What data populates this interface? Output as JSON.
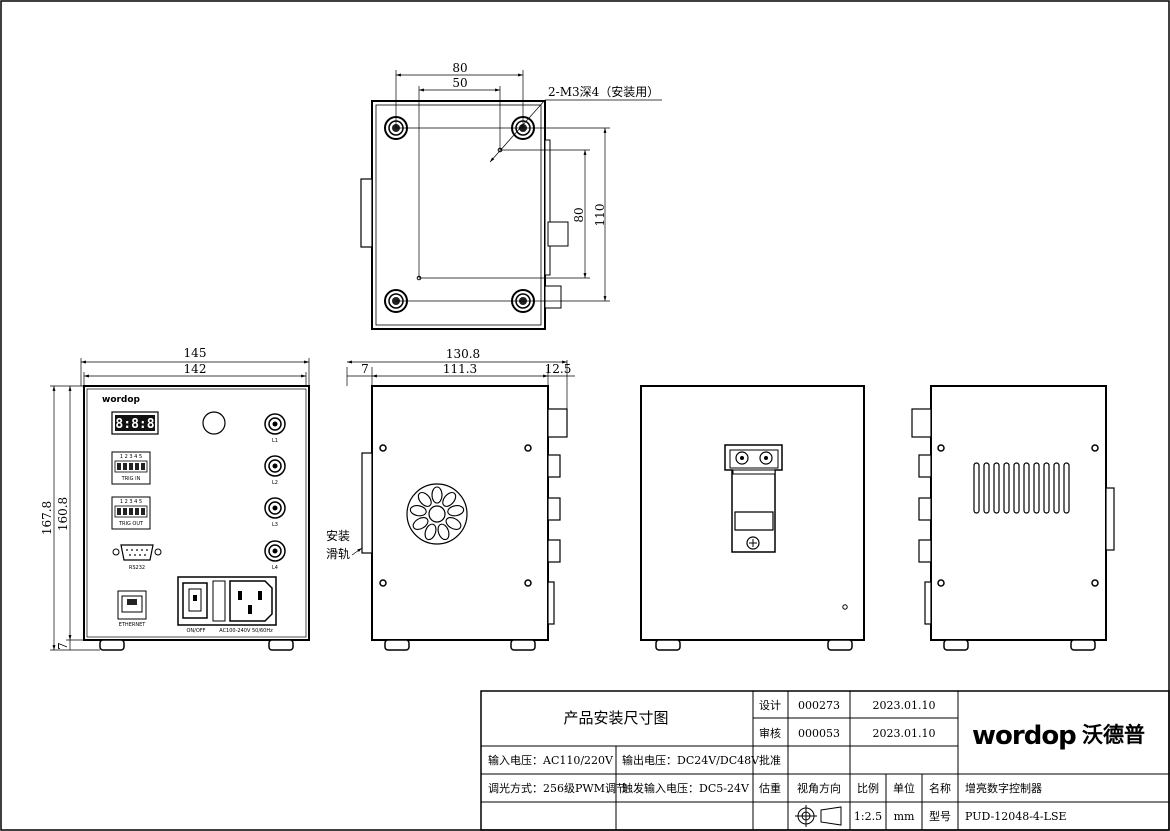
{
  "dimensions": {
    "top_width_outer": "80",
    "top_width_inner": "50",
    "top_height_outer": "110",
    "top_height_inner": "80",
    "mount_hole_note": "2-M3深4（安装用）",
    "front_width_outer": "145",
    "front_width_inner": "142",
    "front_height_outer": "167.8",
    "front_height_inner": "160.8",
    "front_foot": "7",
    "side_depth_total": "130.8",
    "side_depth_body": "111.3",
    "side_left_offset": "7",
    "side_right_offset": "12.5",
    "rail_label_line1": "安装",
    "rail_label_line2": "滑轨"
  },
  "front_panel": {
    "brand": "wordop",
    "display": "8:8:8",
    "trig_in": "TRIG IN",
    "trig_out": "TRIG OUT",
    "rs232": "RS232",
    "ethernet": "ETHERNET",
    "onoff": "ON/OFF",
    "power_spec": "AC100-240V 50/60Hz",
    "outputs": [
      "L1",
      "L2",
      "L3",
      "L4"
    ],
    "pins": "1 2 3 4 5"
  },
  "title_block": {
    "title": "产品安装尺寸图",
    "design_label": "设计",
    "design_code": "000273",
    "design_date": "2023.01.10",
    "review_label": "审核",
    "review_code": "000053",
    "review_date": "2023.01.10",
    "approve_label": "批准",
    "input_voltage": "输入电压：AC110/220V",
    "output_voltage": "输出电压：DC24V/DC48V",
    "dimming": "调光方式：256级PWM调节",
    "trigger_voltage": "触发输入电压：DC5-24V",
    "weight_label": "估重",
    "view_label": "视角方向",
    "scale_label": "比例",
    "unit_label": "单位",
    "name_label": "名称",
    "name_value": "增亮数字控制器",
    "scale_value": "1:2.5",
    "unit_value": "mm",
    "model_label": "型号",
    "model_value": "PUD-12048-4-LSE",
    "logo_latin": "wordop",
    "logo_cn": "沃德普"
  }
}
